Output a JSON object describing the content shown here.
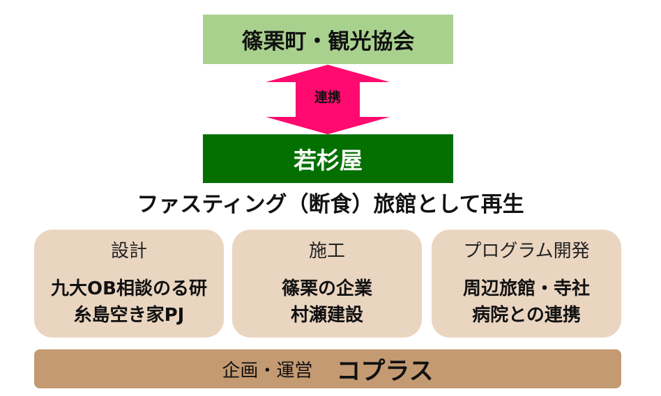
{
  "top": {
    "label": "篠栗町・観光協会"
  },
  "link": {
    "label": "連携"
  },
  "main": {
    "label": "若杉屋"
  },
  "subtitle": "ファスティング（断食）旅館として再生",
  "cards": [
    {
      "title": "設計",
      "lines": [
        "九大OB相談のる研",
        "糸島空き家PJ"
      ]
    },
    {
      "title": "施工",
      "lines": [
        "篠栗の企業",
        "村瀬建設"
      ]
    },
    {
      "title": "プログラム開発",
      "lines": [
        "周辺旅館・寺社",
        "病院との連携"
      ]
    }
  ],
  "bottom": {
    "label": "企画・運営",
    "org": "コプラス"
  },
  "colors": {
    "top_box": "#a9d18e",
    "arrow": "#ff0a6f",
    "main_box": "#037001",
    "card": "#ead5c0",
    "bottom_bar": "#c49a72"
  }
}
